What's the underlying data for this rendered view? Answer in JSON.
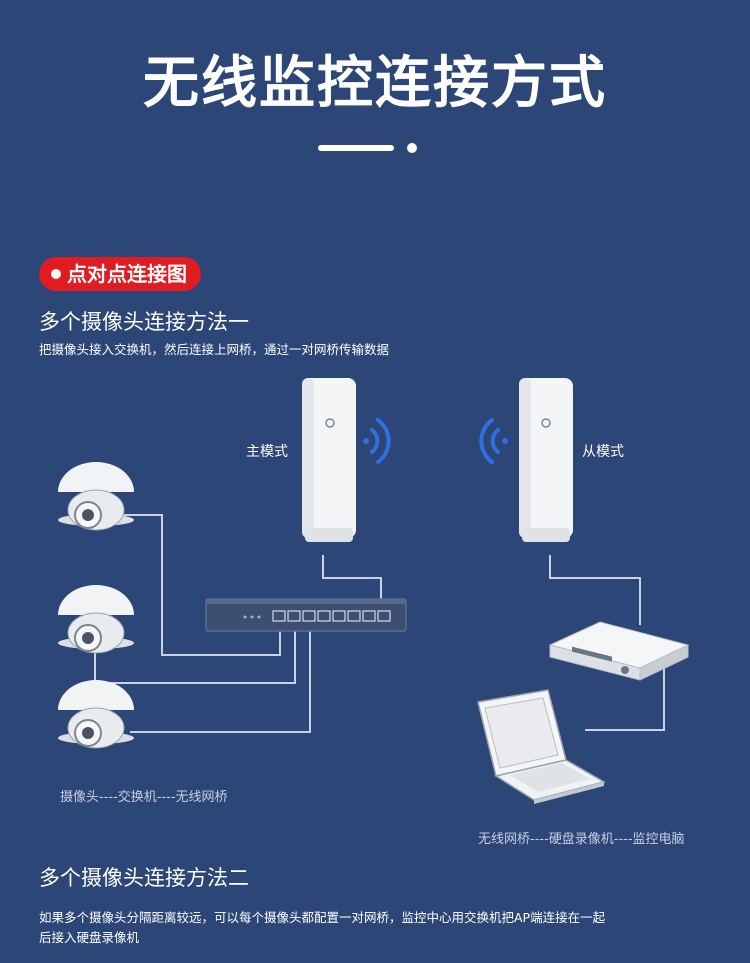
{
  "title": "无线监控连接方式",
  "badge_label": "点对点连接图",
  "method1": {
    "heading": "多个摄像头连接方法一",
    "description": "把摄像头接入交换机，然后连接上网桥，通过一对网桥传输数据"
  },
  "labels": {
    "master_mode": "主模式",
    "slave_mode": "从模式"
  },
  "captions": {
    "left": "摄像头----交换机----无线网桥",
    "right": "无线网桥----硬盘录像机----监控电脑"
  },
  "method2": {
    "heading": "多个摄像头连接方法二",
    "description_line1": "如果多个摄像头分隔距离较远，可以每个摄像头都配置一对网桥，监控中心用交换机把AP端连接在一起",
    "description_line2": "后接入硬盘录像机"
  },
  "colors": {
    "background": "#2b4677",
    "badge": "#e11b22",
    "signal": "#2f6fe0",
    "cable": "#c9d2e3"
  },
  "icons": [
    "camera-dome-icon",
    "network-switch-icon",
    "wireless-bridge-icon",
    "wifi-signal-icon",
    "dvr-icon",
    "laptop-icon"
  ]
}
